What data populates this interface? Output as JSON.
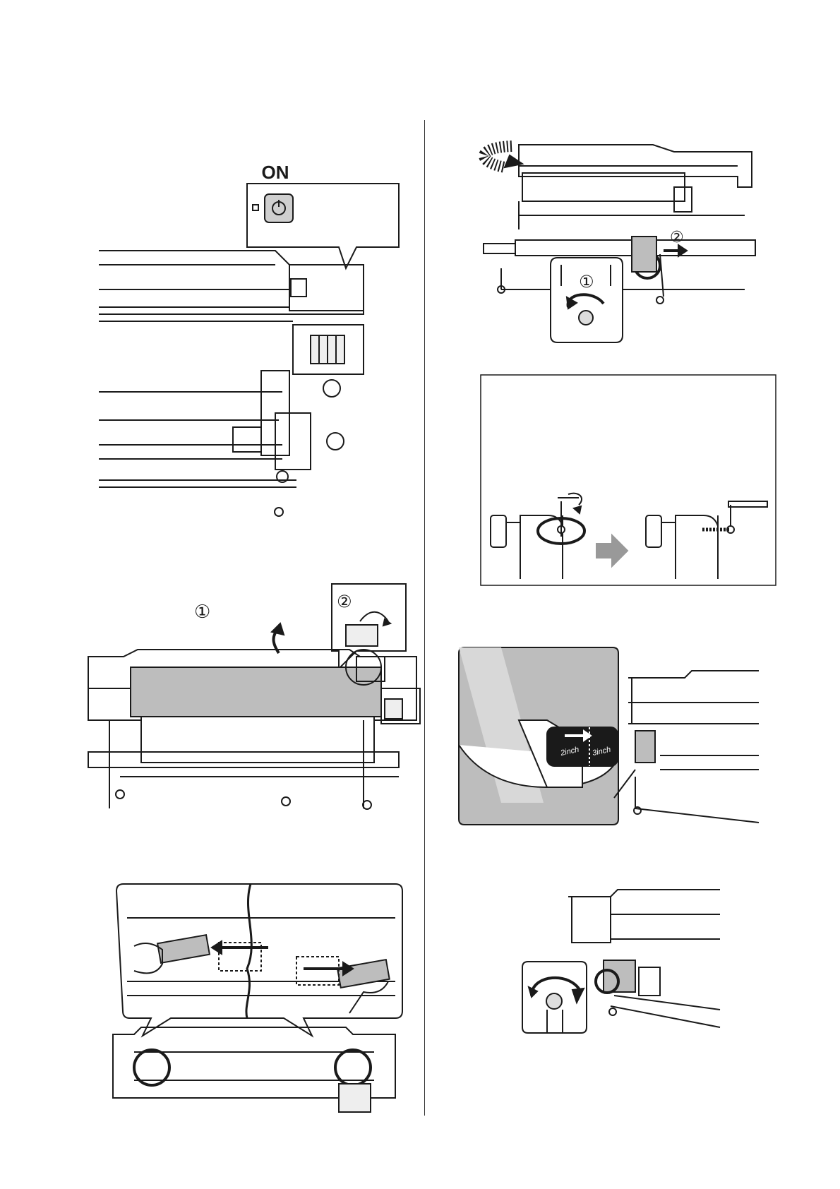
{
  "page": {
    "title": ""
  },
  "figures": {
    "power_on": {
      "label": "ON"
    },
    "lever_and_cover": {
      "step1_marker": "①",
      "step2_marker": "②"
    },
    "roll_holder": {
      "step1_marker": "①",
      "step2_marker": "②"
    },
    "handle_note": {
      "text": ""
    },
    "roll_position_label": {
      "mark_2inch": "2inch",
      "mark_3inch": "3inch"
    }
  },
  "colors": {
    "line": "#1a1a1a",
    "panel_gray": "#bdbdbd",
    "arrow_gray": "#999999"
  }
}
